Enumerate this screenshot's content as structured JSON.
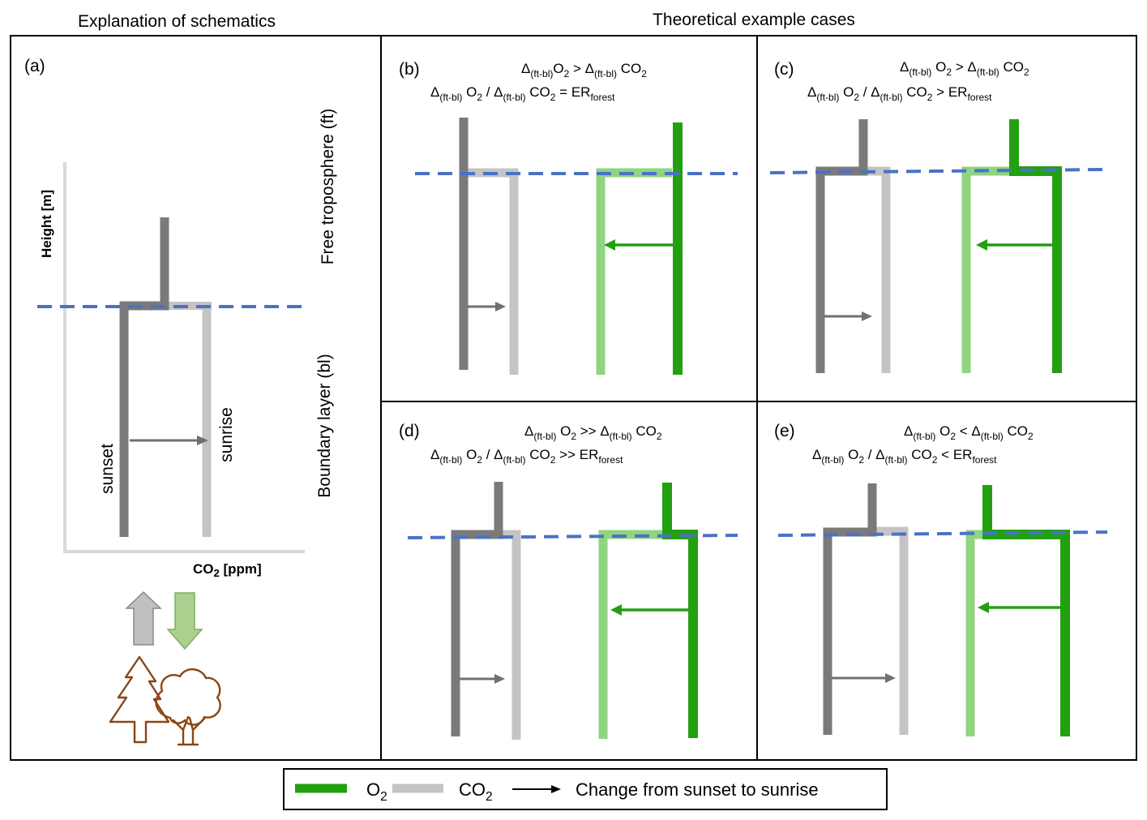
{
  "headings": {
    "left": "Explanation of schematics",
    "right": "Theoretical example cases"
  },
  "panel_a": {
    "label": "(a)",
    "y_axis": "Height [m]",
    "x_axis_main": "CO",
    "x_axis_sub": "2",
    "x_axis_unit": " [ppm]",
    "sunset": "sunset",
    "sunrise": "sunrise"
  },
  "side_labels": {
    "free_troposphere": "Free troposphere (ft)",
    "boundary_layer": "Boundary layer (bl)"
  },
  "panels": [
    {
      "id": "b",
      "label": "(b)",
      "l1": {
        "a": "Δ",
        "b": "(ft-bl)",
        "c": "O",
        "d": "2",
        "op": " > ",
        "e": "Δ",
        "f": "(ft-bl)",
        "g": " CO",
        "h": "2"
      },
      "l2": {
        "a": "Δ",
        "b": "(ft-bl)",
        "c": " O",
        "d": "2",
        "op1": " / ",
        "e": "Δ",
        "f": "(ft-bl)",
        "g": " CO",
        "h": "2",
        "op2": " = ",
        "i": "ER",
        "j": "forest"
      }
    },
    {
      "id": "c",
      "label": "(c)",
      "l1": {
        "a": "Δ",
        "b": "(ft-bl)",
        "c": " O",
        "d": "2",
        "op": " > ",
        "e": "Δ",
        "f": "(ft-bl)",
        "g": " CO",
        "h": "2"
      },
      "l2": {
        "a": "Δ",
        "b": "(ft-bl)",
        "c": " O",
        "d": "2",
        "op1": " / ",
        "e": "Δ",
        "f": "(ft-bl)",
        "g": " CO",
        "h": "2",
        "op2": " > ",
        "i": "ER",
        "j": "forest"
      }
    },
    {
      "id": "d",
      "label": "(d)",
      "l1": {
        "a": "Δ",
        "b": "(ft-bl)",
        "c": " O",
        "d": "2",
        "op": " >> ",
        "e": "Δ",
        "f": "(ft-bl)",
        "g": " CO",
        "h": "2"
      },
      "l2": {
        "a": "Δ",
        "b": "(ft-bl)",
        "c": " O",
        "d": "2",
        "op1": " / ",
        "e": "Δ",
        "f": "(ft-bl)",
        "g": " CO",
        "h": "2",
        "op2": " >> ",
        "i": "ER",
        "j": "forest"
      }
    },
    {
      "id": "e",
      "label": "(e)",
      "l1": {
        "a": "Δ",
        "b": "(ft-bl)",
        "c": " O",
        "d": "2",
        "op": " < ",
        "e": "Δ",
        "f": "(ft-bl)",
        "g": " CO",
        "h": "2"
      },
      "l2": {
        "a": "Δ",
        "b": "(ft-bl)",
        "c": " O",
        "d": "2",
        "op1": " / ",
        "e": "Δ",
        "f": "(ft-bl)",
        "g": " CO",
        "h": "2",
        "op2": " < ",
        "i": "ER",
        "j": "forest"
      }
    }
  ],
  "legend": {
    "o2_main": "O",
    "o2_sub": "2",
    "co2_main": "CO",
    "co2_sub": "2",
    "change": "Change from sunset to sunrise"
  },
  "colors": {
    "o2_dark": "#22a010",
    "o2_light": "#8fd480",
    "co2_dark": "#7a7a7a",
    "co2_light": "#c4c4c4",
    "boundary_dash": "#4a72c4",
    "tree": "#8b4513",
    "flux_up": "#c0c0c0",
    "flux_down": "#a9d08e"
  }
}
